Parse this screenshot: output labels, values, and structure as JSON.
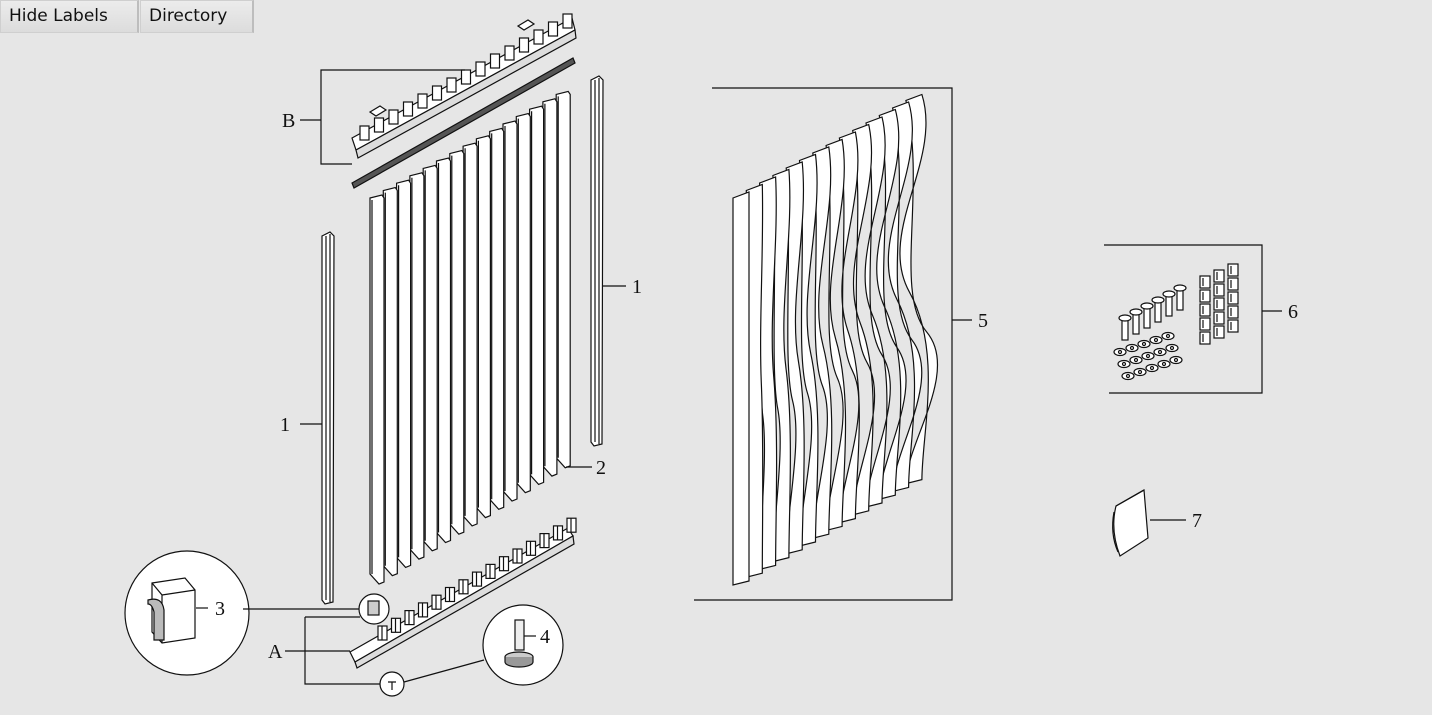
{
  "toolbar": {
    "hide_labels": "Hide Labels",
    "directory": "Directory"
  },
  "labels": {
    "B": "B",
    "A": "A",
    "p1_left": "1",
    "p1_right": "1",
    "p2": "2",
    "p3": "3",
    "p4": "4",
    "p5": "5",
    "p6": "6",
    "p7": "7"
  }
}
